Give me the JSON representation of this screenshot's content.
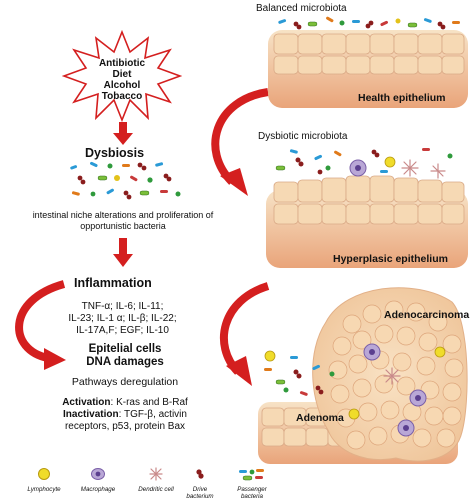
{
  "burst": {
    "lines": [
      "Antibiotic",
      "Diet",
      "Alcohol",
      "Tobacco"
    ]
  },
  "dysbiosis": {
    "title": "Dysbiosis",
    "caption_1": "intestinal niche alterations and proliferation of",
    "caption_2": "opportunistic bacteria"
  },
  "inflammation": {
    "title": "Inflammation",
    "cytokines": [
      "TNF-α; IL-6; IL-11;",
      "IL-23; IL-1 α; IL-β; IL-22;",
      "IL-17A,F; EGF; IL-10"
    ]
  },
  "dna": {
    "line_1": "Epitelial cells",
    "line_2": "DNA damages"
  },
  "pathways": {
    "title": "Pathways deregulation",
    "activation_label": "Activation",
    "activation_text": ": K-ras and B-Raf",
    "inactivation_label": "Inactivation",
    "inactivation_text": ": TGF-β, activin",
    "inactivation_text_2": "receptors, p53, protein Bax"
  },
  "panels": {
    "balanced": {
      "title": "Balanced microbiota",
      "label": "Health epithelium"
    },
    "dysbiotic": {
      "title": "Dysbiotic microbiota",
      "label": "Hyperplasic epithelium"
    },
    "tumor": {
      "label_top": "Adenocarcinoma",
      "label_bottom": "Adenoma"
    }
  },
  "legend": [
    {
      "label": "Lymphocyte",
      "icon": "lymphocyte-icon"
    },
    {
      "label": "Macrophage",
      "icon": "macrophage-icon"
    },
    {
      "label": "Dendritic cell",
      "icon": "dendritic-cell-icon"
    },
    {
      "label_1": "Drive",
      "label_2": "bacterium",
      "icon": "drive-bacterium-icon"
    },
    {
      "label_1": "Passenger",
      "label_2": "bacteria",
      "icon": "passenger-bacteria-icon"
    }
  ],
  "colors": {
    "arrow_red": "#d41f1f",
    "epithelium_top": "#f7e3c6",
    "epithelium_bottom": "#e9a47a",
    "cell_fill": "#f6d9b4",
    "cell_stroke": "#d9a986"
  }
}
